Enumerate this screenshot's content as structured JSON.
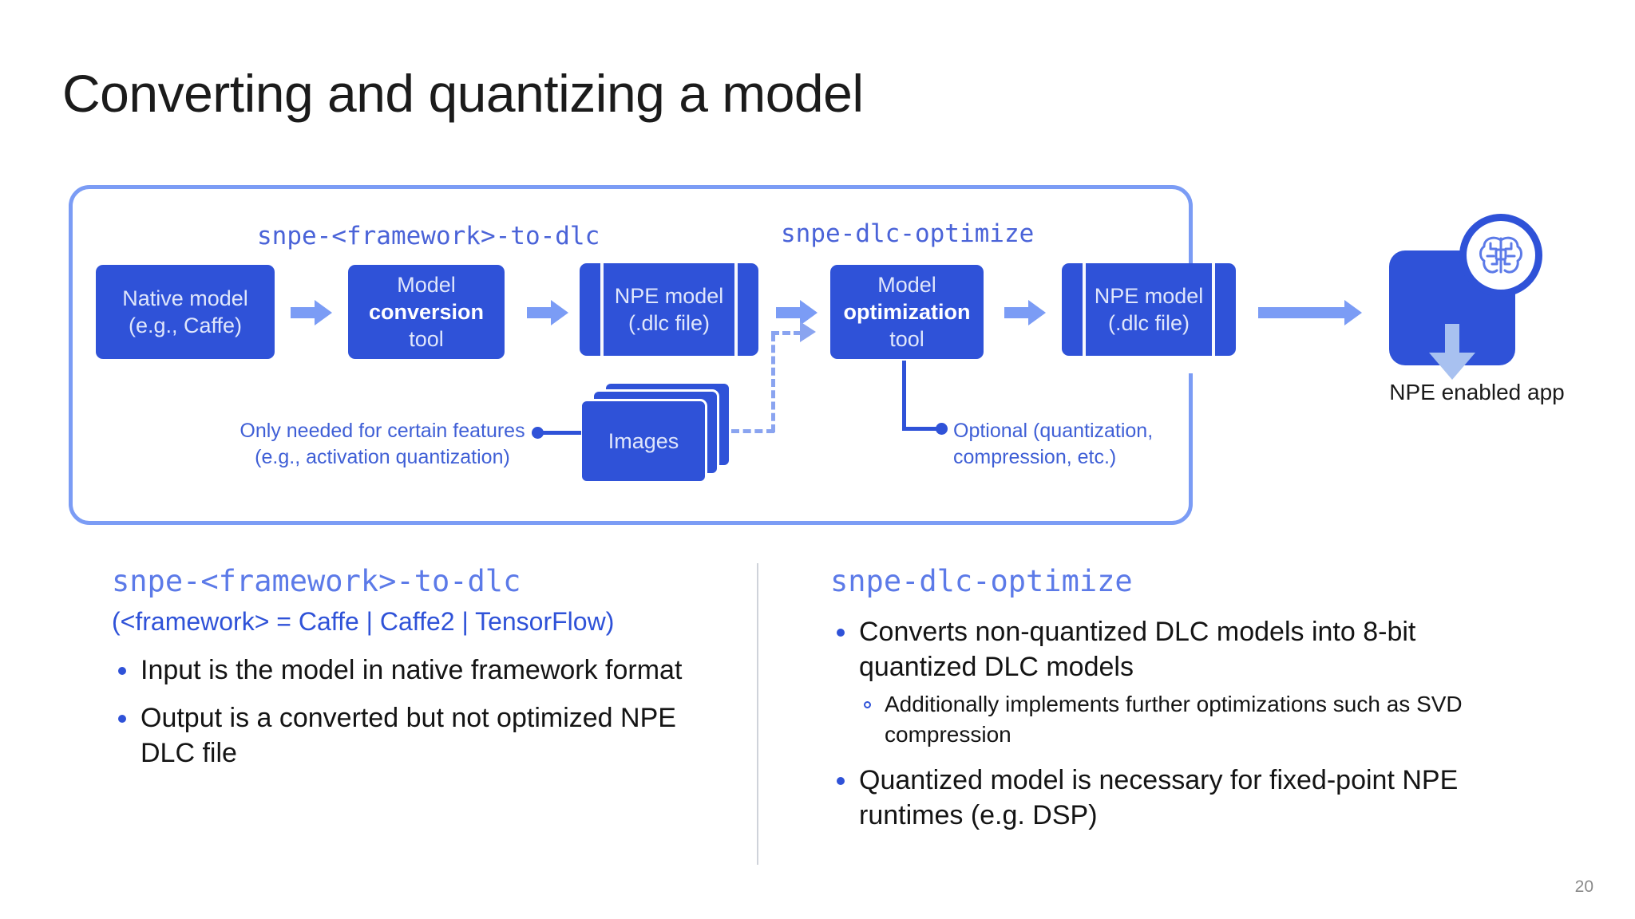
{
  "slide": {
    "title": "Converting and quantizing a model",
    "page_number": "20"
  },
  "diagram": {
    "command_labels": {
      "to_dlc": "snpe-<framework>-to-dlc",
      "optimize": "snpe-dlc-optimize"
    },
    "boxes": {
      "native_model": {
        "line1": "Native model",
        "line2": "(e.g., Caffe)"
      },
      "conversion_tool": {
        "line1": "Model",
        "line2": "conversion",
        "line3": "tool"
      },
      "npe_model_1": {
        "line1": "NPE model",
        "line2": "(.dlc file)"
      },
      "optimization_tool": {
        "line1": "Model",
        "line2": "optimization",
        "line3": "tool"
      },
      "npe_model_2": {
        "line1": "NPE model",
        "line2": "(.dlc file)"
      },
      "images": {
        "label": "Images"
      }
    },
    "callouts": {
      "left": {
        "line1": "Only needed for certain features",
        "line2": "(e.g., activation quantization)"
      },
      "right": {
        "line1": "Optional (quantization,",
        "line2": "compression, etc.)"
      }
    },
    "app": {
      "caption": "NPE enabled app",
      "tile_icon": "download-arrow-icon",
      "badge_icon": "ai-brain-chip-icon"
    },
    "colors": {
      "box_blue": "#2f52d8",
      "arrow_blue": "#7b9cf5",
      "panel_border": "#7b9cf5",
      "callout_text": "#3f5fd6",
      "mono_label": "#4a63d8"
    }
  },
  "columns": {
    "left": {
      "heading": "snpe-<framework>-to-dlc",
      "subheading": "(<framework> = Caffe | Caffe2 | TensorFlow)",
      "bullets": [
        {
          "text": "Input is the model in native framework format"
        },
        {
          "text": "Output is a converted but not optimized NPE DLC file"
        }
      ]
    },
    "right": {
      "heading": "snpe-dlc-optimize",
      "bullets": [
        {
          "text": "Converts non-quantized DLC models into 8-bit quantized DLC models",
          "sub": [
            "Additionally implements further optimizations such as SVD compression"
          ]
        },
        {
          "text": "Quantized model is necessary for fixed-point NPE runtimes (e.g. DSP)"
        }
      ]
    }
  }
}
